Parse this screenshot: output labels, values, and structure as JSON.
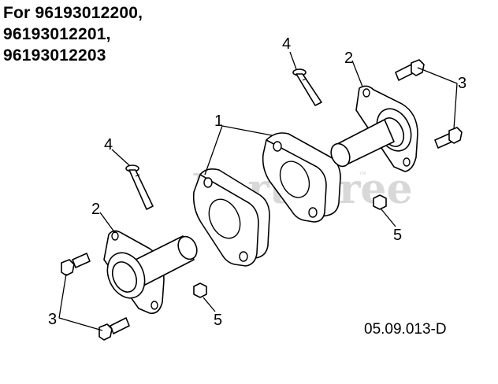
{
  "title": {
    "lines": [
      "For 96193012200,",
      "96193012201,",
      "96193012203"
    ]
  },
  "figure_code": "05.09.013-D",
  "watermark": {
    "text": "PartsTree",
    "trademark": "™"
  },
  "callouts": {
    "flange_plate": "1",
    "bearing_housing_upper": "2",
    "bearing_housing_lower": "2",
    "bolts_upper": "3",
    "bolts_lower": "3",
    "pin_upper": "4",
    "pin_lower": "4",
    "nut_right": "5",
    "nut_left": "5"
  },
  "parts": [
    {
      "ref": "1",
      "icon": "flange-plate-icon"
    },
    {
      "ref": "2",
      "icon": "bearing-housing-icon"
    },
    {
      "ref": "3",
      "icon": "hex-bolt-icon"
    },
    {
      "ref": "4",
      "icon": "pin-icon"
    },
    {
      "ref": "5",
      "icon": "hex-nut-icon"
    }
  ]
}
